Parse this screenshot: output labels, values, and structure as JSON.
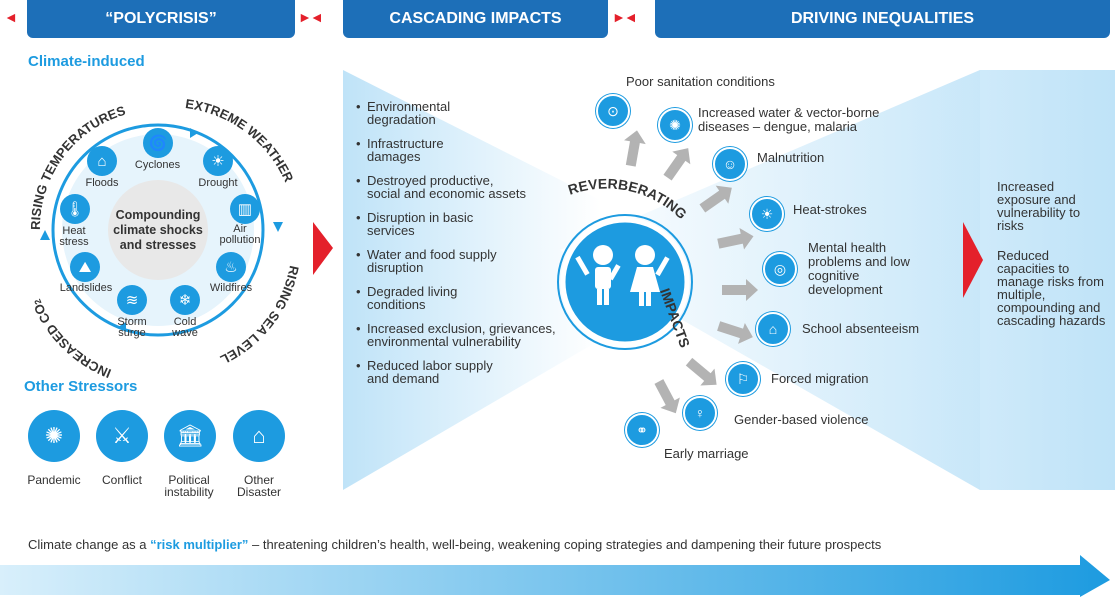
{
  "headers": {
    "polycrisis": "“POLYCRISIS”",
    "cascading": "CASCADING IMPACTS",
    "inequalities": "DRIVING INEQUALITIES"
  },
  "climate_induced": "Climate-induced",
  "ring": {
    "top_left": "RISING TEMPERATURES",
    "top_right": "EXTREME WEATHER",
    "bottom_right": "RISING SEA LEVEL",
    "bottom_left": "INCREASED CO",
    "bottom_left_sub": "2"
  },
  "center_text": [
    "Compounding",
    "climate shocks",
    "and stresses"
  ],
  "hazards": [
    {
      "label": "Cyclones",
      "icon": "cyclone-icon"
    },
    {
      "label": "Drought",
      "icon": "drought-icon"
    },
    {
      "label": "Air pollution",
      "icon": "factory-icon"
    },
    {
      "label": "Wildfires",
      "icon": "wildfire-icon"
    },
    {
      "label": "Cold wave",
      "icon": "snowflake-icon"
    },
    {
      "label": "Storm surge",
      "icon": "storm-surge-icon"
    },
    {
      "label": "Landslides",
      "icon": "landslide-icon"
    },
    {
      "label": "Heat stress",
      "icon": "thermometer-icon"
    },
    {
      "label": "Floods",
      "icon": "flood-icon"
    }
  ],
  "other_stressors": {
    "title": "Other Stressors",
    "items": [
      {
        "label": "Pandemic",
        "icon": "virus-icon"
      },
      {
        "label": "Conflict",
        "icon": "conflict-icon"
      },
      {
        "label": "Political instability",
        "icon": "government-icon"
      },
      {
        "label": "Other Disaster",
        "icon": "disaster-house-icon"
      }
    ]
  },
  "cascading_impacts": [
    "Environmental degradation",
    "Infrastructure damages",
    "Destroyed productive, social and economic assets",
    "Disruption in basic services",
    "Water and food supply disruption",
    "Degraded living conditions",
    "Increased exclusion, grievances, environmental vulnerability",
    "Reduced labor supply and demand"
  ],
  "reverberating": {
    "line1": "REVERBERATING",
    "line2": "IMPACTS"
  },
  "impacts": [
    {
      "label": "Poor sanitation conditions",
      "icon": "sanitation-icon"
    },
    {
      "label": "Increased water & vector-borne diseases – dengue, malaria",
      "icon": "mosquito-icon"
    },
    {
      "label": "Malnutrition",
      "icon": "malnutrition-icon"
    },
    {
      "label": "Heat-strokes",
      "icon": "sun-icon"
    },
    {
      "label": "Mental health problems and low cognitive development",
      "icon": "brain-icon"
    },
    {
      "label": "School absenteeism",
      "icon": "school-icon"
    },
    {
      "label": "Forced migration",
      "icon": "migration-icon"
    },
    {
      "label": "Gender-based violence",
      "icon": "gender-violence-icon"
    },
    {
      "label": "Early marriage",
      "icon": "early-marriage-icon"
    }
  ],
  "inequalities": [
    "Increased exposure and vulnerability to risks",
    "Reduced capacities to manage risks from multiple, compounding and cascading hazards"
  ],
  "footer": {
    "prefix": "Climate change as a ",
    "highlight": "“risk multiplier”",
    "suffix": " – threatening children’s health, well-being, weakening coping strategies and dampening their future prospects"
  },
  "colors": {
    "header_blue": "#1d6fb8",
    "accent_blue": "#1d9be0",
    "red": "#e4202b",
    "arrow_grey": "#b3b3b3"
  }
}
